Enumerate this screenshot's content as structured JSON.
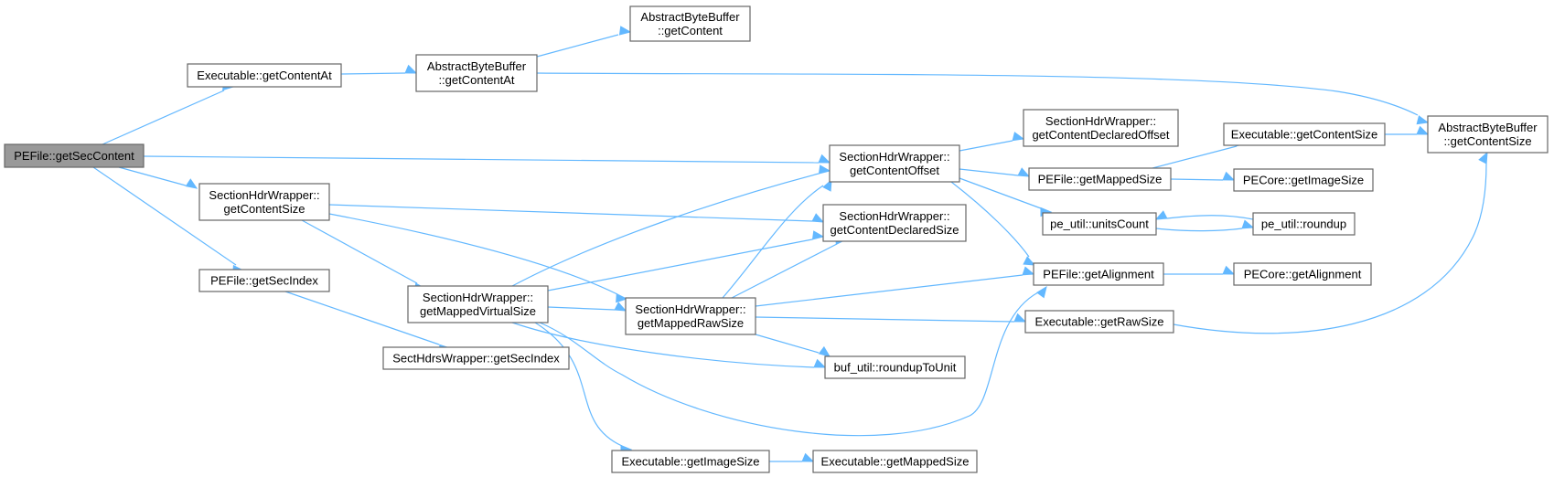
{
  "graph": {
    "colors": {
      "edge": "#63b8ff",
      "node_border": "#666666",
      "root_fill": "#999999",
      "node_fill": "#ffffff",
      "text": "#000000"
    },
    "nodes": {
      "pefile_getseccontent": {
        "lines": [
          "PEFile::getSecContent"
        ],
        "root": true
      },
      "executable_getcontentat": {
        "lines": [
          "Executable::getContentAt"
        ]
      },
      "abb_getcontentat": {
        "lines": [
          "AbstractByteBuffer",
          "::getContentAt"
        ]
      },
      "abb_getcontent": {
        "lines": [
          "AbstractByteBuffer",
          "::getContent"
        ]
      },
      "abb_getcontentsize": {
        "lines": [
          "AbstractByteBuffer",
          "::getContentSize"
        ]
      },
      "shw_getcontentsize": {
        "lines": [
          "SectionHdrWrapper::",
          "getContentSize"
        ]
      },
      "pefile_getsecindex": {
        "lines": [
          "PEFile::getSecIndex"
        ]
      },
      "shw_getmappedvirtualsize": {
        "lines": [
          "SectionHdrWrapper::",
          "getMappedVirtualSize"
        ]
      },
      "secthdrs_getsecindex": {
        "lines": [
          "SectHdrsWrapper::getSecIndex"
        ]
      },
      "shw_getmappedrawsize": {
        "lines": [
          "SectionHdrWrapper::",
          "getMappedRawSize"
        ]
      },
      "executable_getimagesize": {
        "lines": [
          "Executable::getImageSize"
        ]
      },
      "executable_getmappedsize": {
        "lines": [
          "Executable::getMappedSize"
        ]
      },
      "shw_getcontentoffset": {
        "lines": [
          "SectionHdrWrapper::",
          "getContentOffset"
        ]
      },
      "shw_getcontentdeclaredsize": {
        "lines": [
          "SectionHdrWrapper::",
          "getContentDeclaredSize"
        ]
      },
      "bufutil_rounduptounit": {
        "lines": [
          "buf_util::roundupToUnit"
        ]
      },
      "shw_getcontentdeclaredoffset": {
        "lines": [
          "SectionHdrWrapper::",
          "getContentDeclaredOffset"
        ]
      },
      "pefile_getmappedsize": {
        "lines": [
          "PEFile::getMappedSize"
        ]
      },
      "peutil_unitscount": {
        "lines": [
          "pe_util::unitsCount"
        ]
      },
      "pefile_getalignment": {
        "lines": [
          "PEFile::getAlignment"
        ]
      },
      "executable_getrawsize": {
        "lines": [
          "Executable::getRawSize"
        ]
      },
      "executable_getcontentsize": {
        "lines": [
          "Executable::getContentSize"
        ]
      },
      "pecore_getimagesize": {
        "lines": [
          "PECore::getImageSize"
        ]
      },
      "peutil_roundup": {
        "lines": [
          "pe_util::roundup"
        ]
      },
      "pecore_getalignment": {
        "lines": [
          "PECore::getAlignment"
        ]
      }
    },
    "edges": [
      [
        "pefile_getseccontent",
        "executable_getcontentat"
      ],
      [
        "pefile_getseccontent",
        "shw_getcontentoffset"
      ],
      [
        "pefile_getseccontent",
        "shw_getcontentsize"
      ],
      [
        "pefile_getseccontent",
        "pefile_getsecindex"
      ],
      [
        "executable_getcontentat",
        "abb_getcontentat"
      ],
      [
        "abb_getcontentat",
        "abb_getcontent"
      ],
      [
        "abb_getcontentat",
        "abb_getcontentsize"
      ],
      [
        "shw_getcontentsize",
        "shw_getcontentdeclaredsize"
      ],
      [
        "shw_getcontentsize",
        "shw_getmappedvirtualsize"
      ],
      [
        "shw_getcontentsize",
        "shw_getmappedrawsize"
      ],
      [
        "pefile_getsecindex",
        "secthdrs_getsecindex"
      ],
      [
        "shw_getmappedvirtualsize",
        "shw_getcontentoffset"
      ],
      [
        "shw_getmappedvirtualsize",
        "shw_getcontentdeclaredsize"
      ],
      [
        "shw_getmappedvirtualsize",
        "shw_getmappedrawsize"
      ],
      [
        "shw_getmappedvirtualsize",
        "bufutil_rounduptounit"
      ],
      [
        "shw_getmappedvirtualsize",
        "executable_getimagesize"
      ],
      [
        "shw_getmappedvirtualsize",
        "pefile_getalignment"
      ],
      [
        "shw_getmappedrawsize",
        "shw_getcontentoffset"
      ],
      [
        "shw_getmappedrawsize",
        "shw_getcontentdeclaredsize"
      ],
      [
        "shw_getmappedrawsize",
        "pefile_getalignment"
      ],
      [
        "shw_getmappedrawsize",
        "executable_getrawsize"
      ],
      [
        "shw_getmappedrawsize",
        "bufutil_rounduptounit"
      ],
      [
        "executable_getimagesize",
        "executable_getmappedsize"
      ],
      [
        "shw_getcontentoffset",
        "shw_getcontentdeclaredoffset"
      ],
      [
        "shw_getcontentoffset",
        "pefile_getmappedsize"
      ],
      [
        "shw_getcontentoffset",
        "peutil_unitscount"
      ],
      [
        "shw_getcontentoffset",
        "pefile_getalignment"
      ],
      [
        "pefile_getmappedsize",
        "executable_getcontentsize"
      ],
      [
        "pefile_getmappedsize",
        "pecore_getimagesize"
      ],
      [
        "executable_getcontentsize",
        "abb_getcontentsize"
      ],
      [
        "peutil_unitscount",
        "peutil_roundup"
      ],
      [
        "peutil_roundup",
        "peutil_unitscount"
      ],
      [
        "pefile_getalignment",
        "pecore_getalignment"
      ],
      [
        "executable_getrawsize",
        "abb_getcontentsize"
      ]
    ]
  }
}
